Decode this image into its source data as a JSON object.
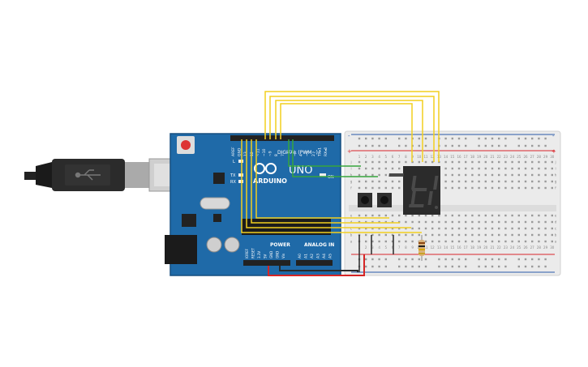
{
  "colors": {
    "board": "#1f6aa8",
    "board_dark": "#174f80",
    "breadboard": "#ebebeb",
    "rail_red": "#d9262b",
    "rail_blue": "#2a59a9",
    "wire_yellow": "#f2cf1f",
    "wire_green": "#36a53c",
    "wire_red": "#d62525",
    "wire_black": "#2a2a2a",
    "display": "#2b2b2b",
    "segment_off": "#4a4a4a"
  },
  "arduino": {
    "logo": "ARDUINO",
    "model": "UNO",
    "digital_label": "DIGITAL (PWM~)",
    "power_label": "POWER",
    "analog_label": "ANALOG IN",
    "on_label": "ON",
    "led_l": "L",
    "led_tx": "TX",
    "led_rx": "RX",
    "power_pins": [
      "IOREF",
      "RESET",
      "3.3V",
      "5V",
      "GND",
      "GND",
      "Vin"
    ],
    "analog_pins": [
      "A0",
      "A1",
      "A2",
      "A3",
      "A4",
      "A5"
    ],
    "top_pins": [
      "AREF",
      "GND",
      "13",
      "12",
      "~11",
      "~10",
      "~9",
      "8",
      "7",
      "~6",
      "~5",
      "4",
      "~3",
      "2",
      "TX▸1",
      "RX◂0"
    ]
  },
  "breadboard": {
    "plus": "+",
    "minus": "-",
    "columns": [
      "1",
      "2",
      "3",
      "4",
      "5",
      "6",
      "7",
      "8",
      "9",
      "10",
      "11",
      "12",
      "13",
      "14",
      "15",
      "16",
      "17",
      "18",
      "19",
      "20",
      "21",
      "22",
      "23",
      "24",
      "25",
      "26",
      "27",
      "28",
      "29",
      "30"
    ],
    "rows_top": [
      "j",
      "i",
      "h",
      "g",
      "f"
    ],
    "rows_bottom": [
      "e",
      "d",
      "c",
      "b",
      "a"
    ]
  },
  "components": {
    "usb_cable": "usb-b-cable",
    "display_digit": "7-segment",
    "buttons": 2,
    "resistor": 1
  }
}
